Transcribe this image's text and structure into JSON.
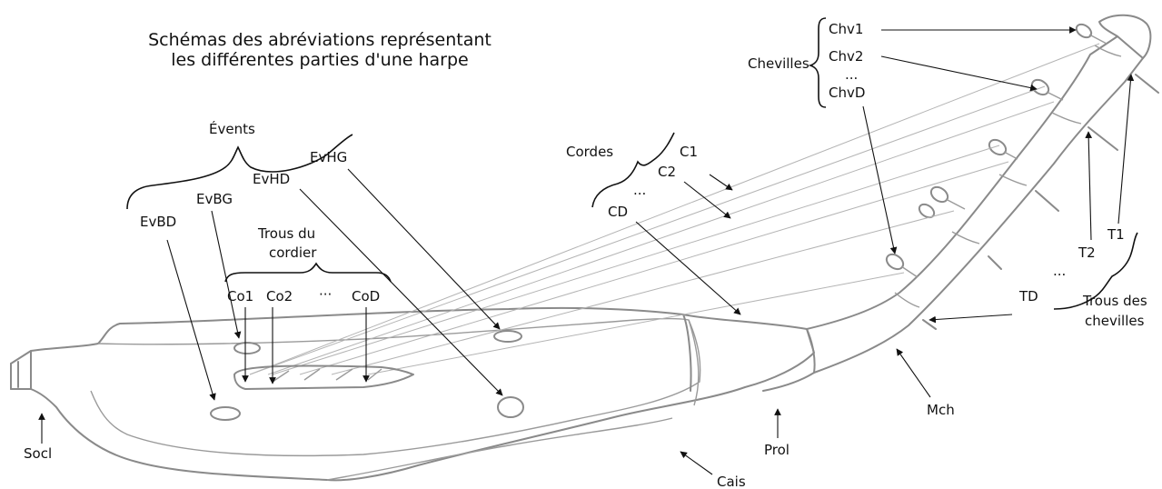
{
  "title": {
    "line1": "Schémas des abréviations représentant",
    "line2": "les différentes parties d'une harpe"
  },
  "groups": {
    "events": "Évents",
    "cordes": "Cordes",
    "chevilles": "Chevilles",
    "trous_cordier_1": "Trous du",
    "trous_cordier_2": "cordier",
    "trous_chevilles_1": "Trous des",
    "trous_chevilles_2": "chevilles"
  },
  "labels": {
    "evbd": "EvBD",
    "evbg": "EvBG",
    "evhd": "EvHD",
    "evhg": "EvHG",
    "co1": "Co1",
    "co2": "Co2",
    "co_ellipsis": "···",
    "cod": "CoD",
    "c1": "C1",
    "c2": "C2",
    "c_ellipsis": "...",
    "cd": "CD",
    "chv1": "Chv1",
    "chv2": "Chv2",
    "chv_ellipsis": "...",
    "chvd": "ChvD",
    "t1": "T1",
    "t2": "T2",
    "t_ellipsis": "...",
    "td": "TD",
    "socl": "Socl",
    "cais": "Cais",
    "prol": "Prol",
    "mch": "Mch"
  }
}
